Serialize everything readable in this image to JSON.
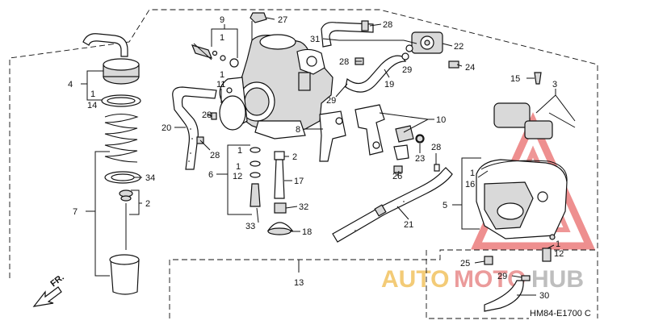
{
  "diagram": {
    "part_numbers": {
      "p1": "1",
      "p2": "2",
      "p3": "3",
      "p4": "4",
      "p5": "5",
      "p6": "6",
      "p7": "7",
      "p8": "8",
      "p9": "9",
      "p10": "10",
      "p11": "11",
      "p12": "12",
      "p13": "13",
      "p14": "14",
      "p15": "15",
      "p16": "16",
      "p17": "17",
      "p18": "18",
      "p19": "19",
      "p20": "20",
      "p21": "21",
      "p22": "22",
      "p23": "23",
      "p24": "24",
      "p25": "25",
      "p26": "26",
      "p27": "27",
      "p28": "28",
      "p29": "29",
      "p30": "30",
      "p31": "31",
      "p32": "32",
      "p33": "33",
      "p34": "34"
    },
    "front_arrow_label": "FR.",
    "diagram_code": "HM84-E1700 C",
    "watermark": {
      "brand": "AUTOMOTOHUB",
      "color_primary": "#e04a4a",
      "color_secondary": "#f2b23a"
    }
  }
}
